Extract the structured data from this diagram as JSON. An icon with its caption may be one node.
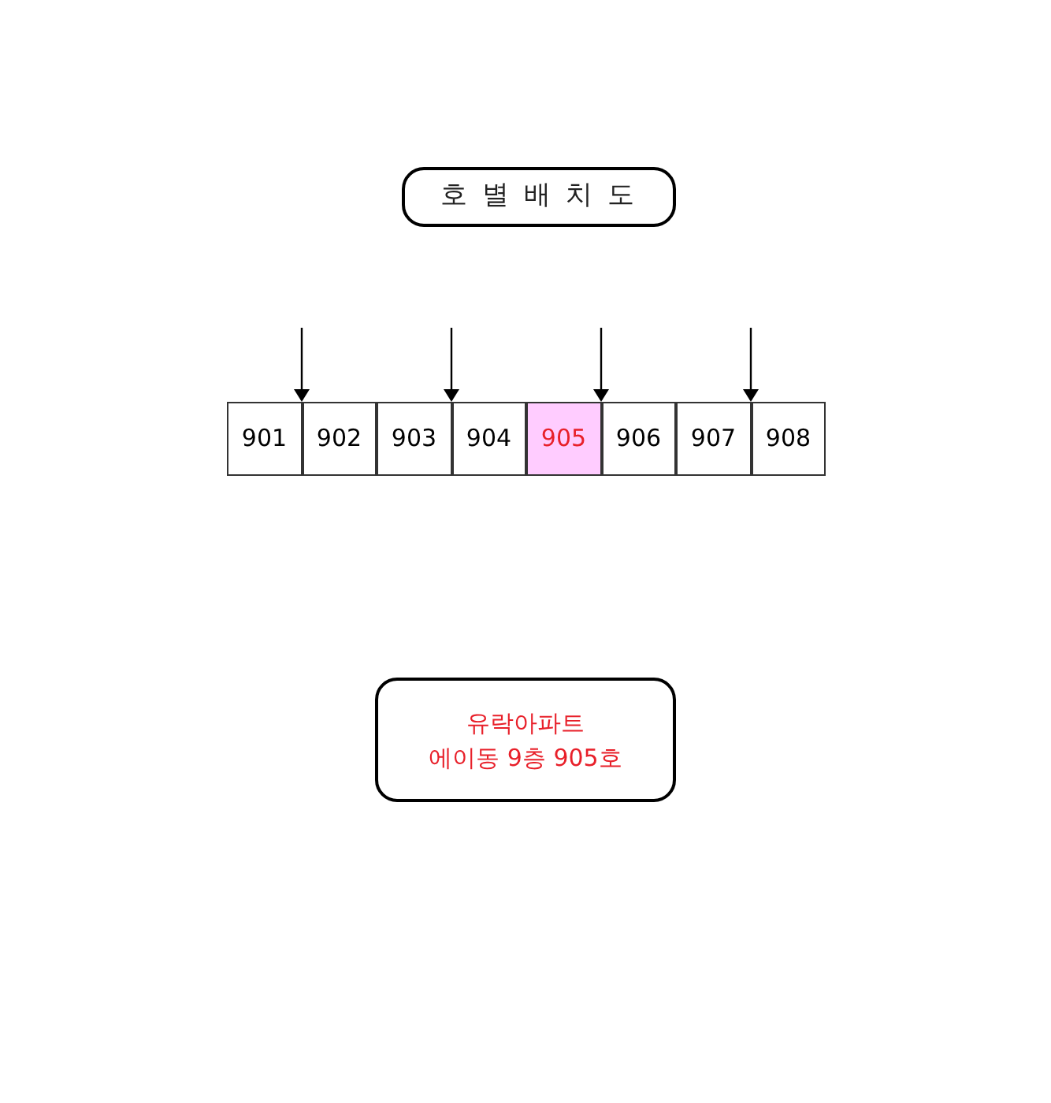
{
  "diagram": {
    "nodes": [
      {
        "text": [
          "호 별 배 치 도"
        ]
      },
      {
        "text": [
          "901"
        ]
      },
      {
        "text": [
          "902"
        ]
      },
      {
        "text": [
          "903"
        ]
      },
      {
        "text": [
          "904"
        ]
      },
      {
        "text": [
          "905"
        ]
      },
      {
        "text": [
          "906"
        ]
      },
      {
        "text": [
          "907"
        ]
      },
      {
        "text": [
          "908"
        ]
      },
      {
        "text": [
          "유락아파트",
          "에이동 9층 905호"
        ]
      }
    ],
    "edges": [
      {
        "from": null,
        "to": 1,
        "arrow": "to"
      },
      {
        "from": null,
        "to": 3,
        "arrow": "to"
      },
      {
        "from": null,
        "to": 5,
        "arrow": "to"
      },
      {
        "from": null,
        "to": 7,
        "arrow": "to"
      }
    ]
  }
}
